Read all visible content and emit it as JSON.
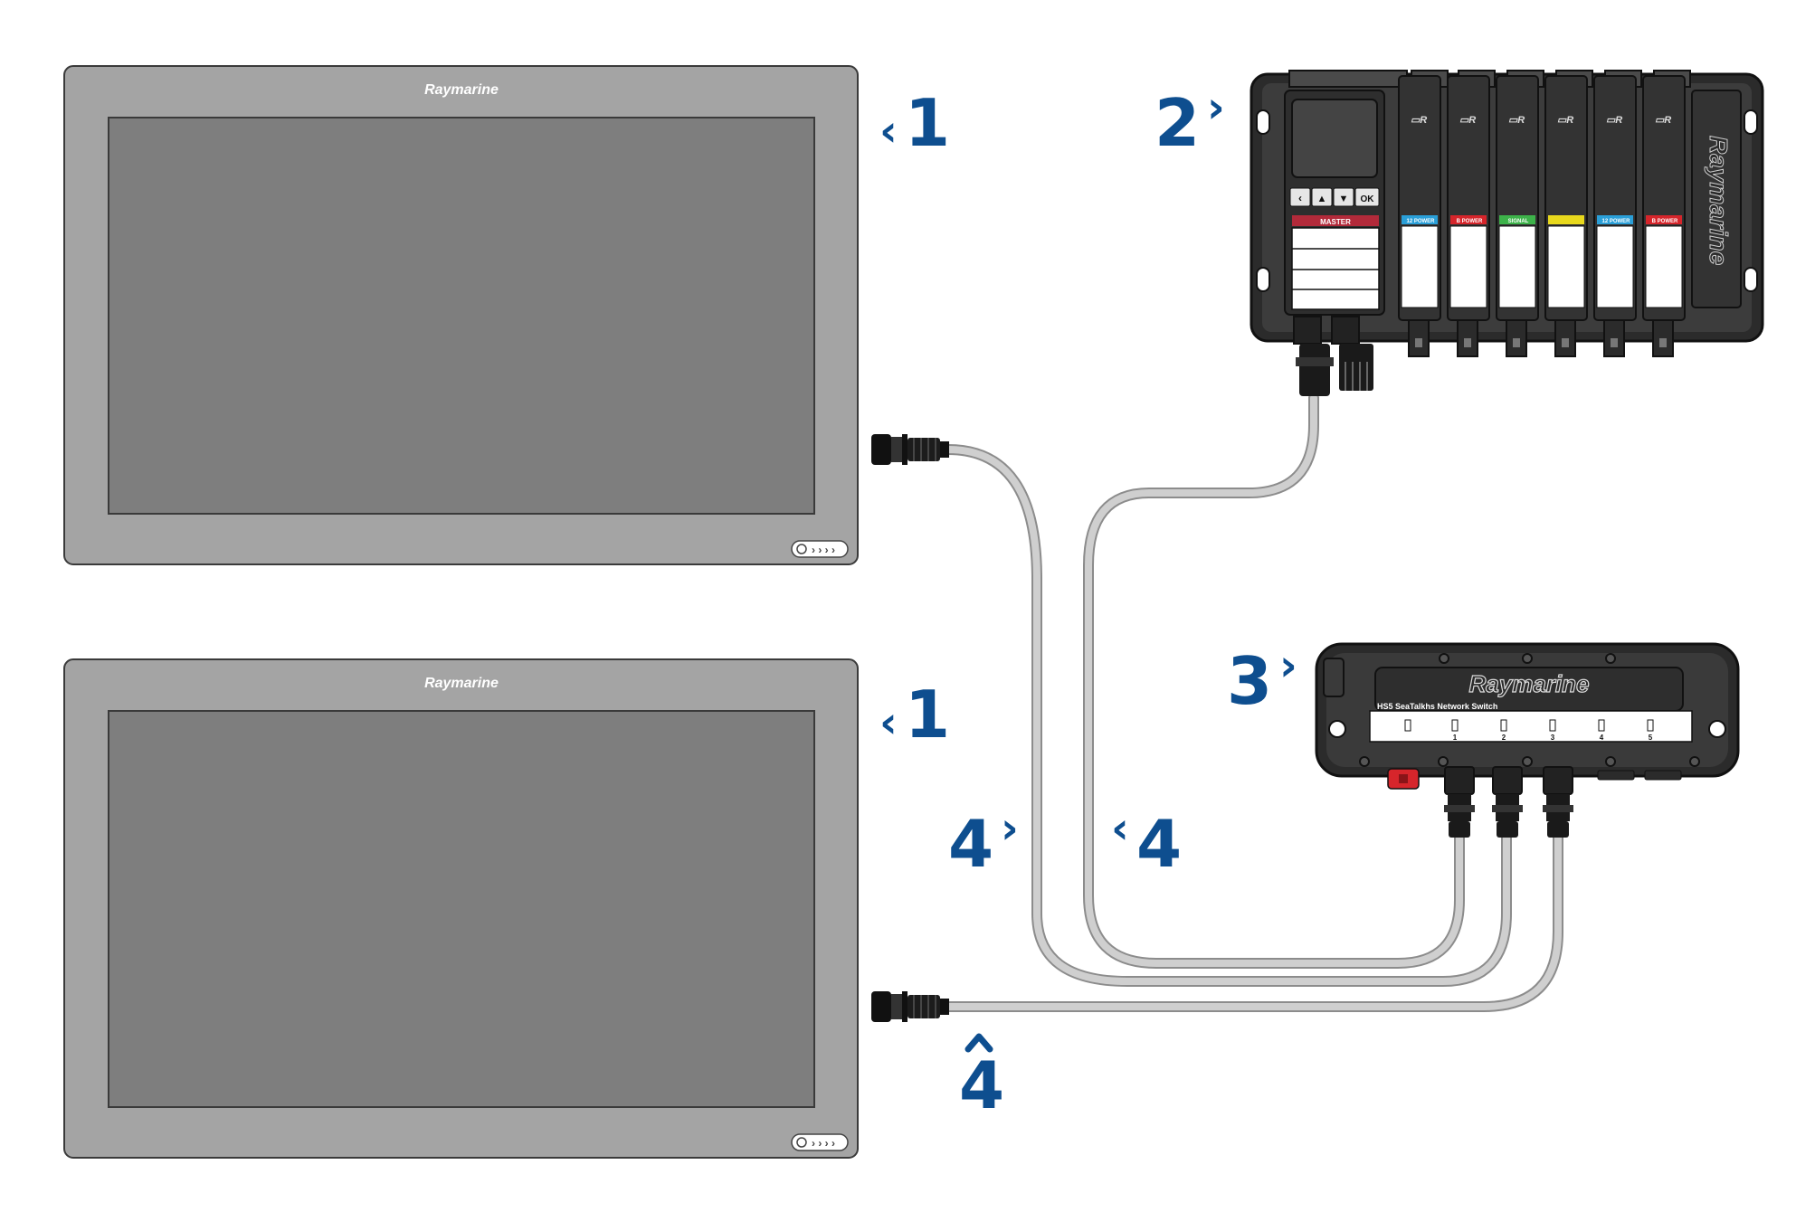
{
  "displays": [
    {
      "brand": "Raymarine",
      "callout": "1"
    },
    {
      "brand": "Raymarine",
      "callout": "1"
    }
  ],
  "power_module": {
    "callout": "2",
    "brand": "Raymarine",
    "master_label": "MASTER",
    "keypad": [
      "‹",
      "▲",
      "▼",
      "OK"
    ],
    "channel_labels": [
      "12 POWER",
      "B POWER",
      "SIGNAL",
      "",
      "12 POWER",
      "B POWER"
    ]
  },
  "network_switch": {
    "callout": "3",
    "brand": "Raymarine",
    "title": "HS5 SeaTalkhs Network Switch",
    "ports": [
      "",
      "1",
      "2",
      "3",
      "4",
      "5"
    ]
  },
  "cable_callouts": [
    "4",
    "4",
    "4"
  ],
  "colors": {
    "callout": "#0e4e8f",
    "bezel": "#a3a3a3",
    "screen": "#7d7d7d",
    "cable": "#c9c9c9",
    "module_body": "#2a2a2a",
    "connector": "#111111",
    "red_port": "#d6252b"
  }
}
